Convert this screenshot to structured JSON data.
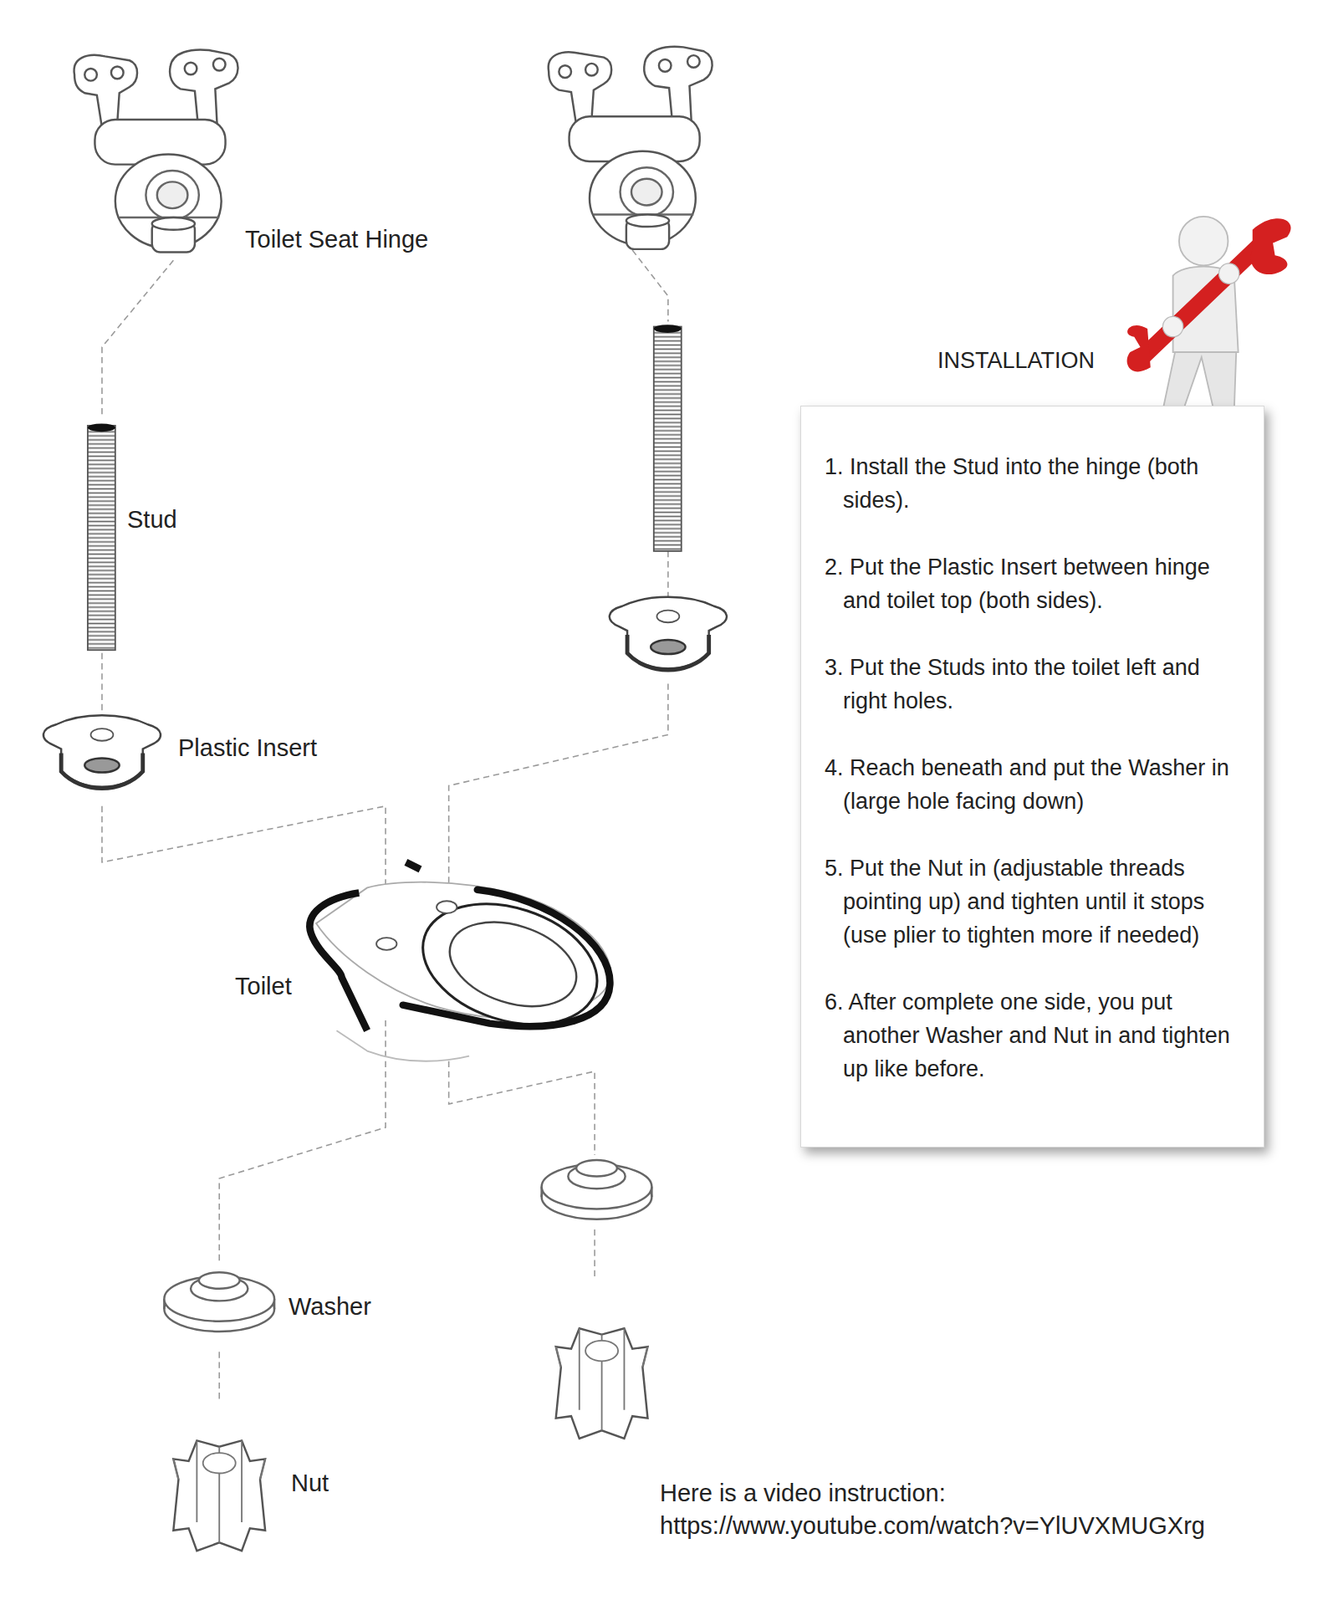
{
  "diagram": {
    "nodes": [
      {
        "text": [
          "INSTALLATION",
          "1. Install the Stud into the hinge (both sides).",
          "2. Put the Plastic Insert between hinge and toilet top (both sides).",
          "3. Put the Studs into the toilet left and right holes.",
          "4. Reach beneath and put the Washer in (large hole facing down)",
          "5. Put the Nut in (adjustable threads pointing up) and tighten until it stops (use plier to tighten more if needed)",
          "6. After complete one side, you put another Washer and Nut in and tighten up like before."
        ]
      }
    ],
    "labels": [
      "Toilet Seat Hinge",
      "Stud",
      "Plastic Insert",
      "Toilet",
      "Washer",
      "Nut",
      "Here is a video instruction:",
      "https://www.youtube.com/watch?v=YlUVXMUGXrg"
    ]
  }
}
